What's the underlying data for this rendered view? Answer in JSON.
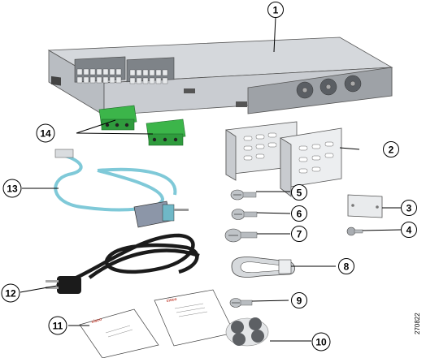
{
  "callouts": [
    {
      "id": "1",
      "label": "1"
    },
    {
      "id": "2",
      "label": "2"
    },
    {
      "id": "3",
      "label": "3"
    },
    {
      "id": "4",
      "label": "4"
    },
    {
      "id": "5",
      "label": "5"
    },
    {
      "id": "6",
      "label": "6"
    },
    {
      "id": "7",
      "label": "7"
    },
    {
      "id": "8",
      "label": "8"
    },
    {
      "id": "9",
      "label": "9"
    },
    {
      "id": "10",
      "label": "10"
    },
    {
      "id": "11",
      "label": "11"
    },
    {
      "id": "12",
      "label": "12"
    },
    {
      "id": "13",
      "label": "13"
    },
    {
      "id": "14",
      "label": "14"
    }
  ],
  "figure_id": "270822",
  "doc_brand": "cisco",
  "colors": {
    "switch_body": "#c9ccd1",
    "switch_rear": "#8e9297",
    "terminal_green": "#37b34a",
    "console_cable": "#8fd3e0",
    "screw_gray": "#a9adb2",
    "bumper": "#5d6064"
  }
}
